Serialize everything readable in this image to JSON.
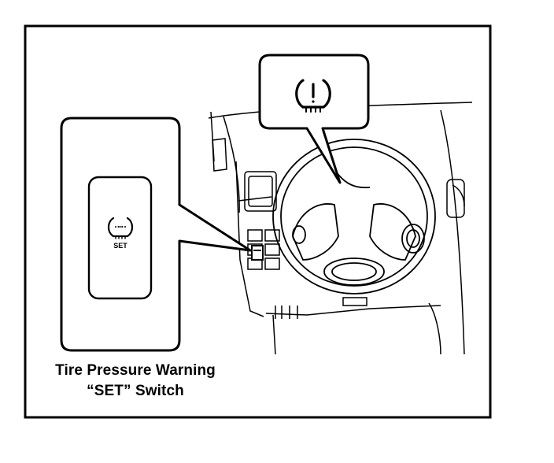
{
  "caption": {
    "line1": "Tire Pressure Warning",
    "line2": "“SET” Switch"
  },
  "set_switch": {
    "label": "SET"
  },
  "icons": {
    "warning_lamp": "tire-pressure-warning-icon",
    "set_switch_symbol": "tire-pressure-set-icon"
  },
  "colors": {
    "line": "#000000",
    "background": "#ffffff"
  }
}
